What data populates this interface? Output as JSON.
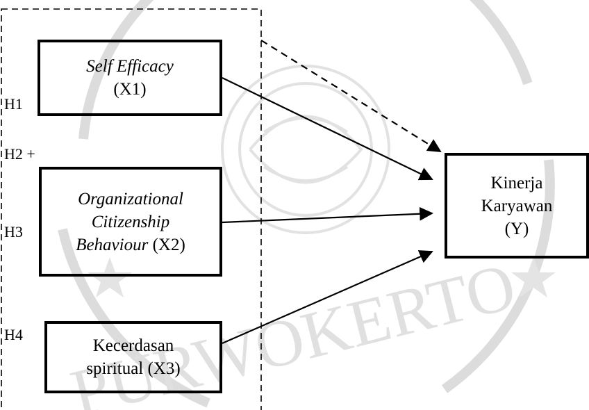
{
  "diagram": {
    "nodes": {
      "x1": {
        "line1": "Self Efficacy",
        "line2": "(X1)"
      },
      "x2": {
        "line1": "Organizational",
        "line2": "Citizenship",
        "line3_italic": "Behaviour",
        "line3_rest": " (X2)"
      },
      "x3": {
        "line1": "Kecerdasan",
        "line2": "spiritual (X3)"
      },
      "y": {
        "line1": "Kinerja",
        "line2": "Karyawan",
        "line3": "(Y)"
      }
    },
    "hypotheses": {
      "h1": "H1",
      "h2": "H2 +",
      "h3": "H3",
      "h4": "H4"
    },
    "watermark": {
      "text": "PURWOKERTO",
      "color": "#d9d9d9"
    },
    "line_color": "#000000"
  }
}
